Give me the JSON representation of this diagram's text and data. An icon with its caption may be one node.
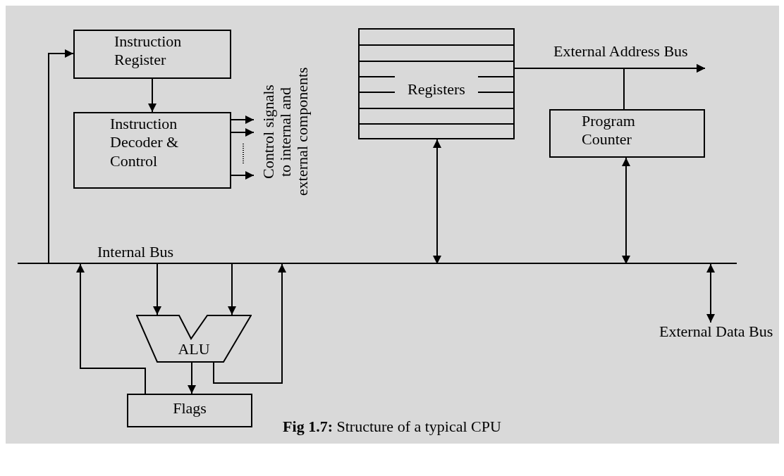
{
  "diagram": {
    "caption": "**Fig 1.7:** Structure of a typical CPU",
    "nodes": [
      {
        "text": [
          "Instruction Register"
        ]
      },
      {
        "text": [
          "Instruction Decoder & Control"
        ]
      },
      {
        "text": [
          "Control signals to internal and external components"
        ]
      },
      {
        "text": [
          "Registers"
        ]
      },
      {
        "text": [
          "External Address Bus"
        ]
      },
      {
        "text": [
          "Program Counter"
        ]
      },
      {
        "text": [
          "Internal Bus"
        ]
      },
      {
        "text": [
          "ALU"
        ]
      },
      {
        "text": [
          "Flags"
        ]
      },
      {
        "text": [
          "External Data Bus"
        ]
      }
    ],
    "edges": [
      {
        "from": 6,
        "to": 0,
        "arrow": "to"
      },
      {
        "from": 0,
        "to": 1,
        "arrow": "to"
      },
      {
        "from": 1,
        "to": 2,
        "arrow": "to"
      },
      {
        "from": 1,
        "to": 2,
        "arrow": "to"
      },
      {
        "from": 1,
        "to": 2,
        "arrow": "to"
      },
      {
        "from": 3,
        "to": 4,
        "arrow": "to"
      },
      {
        "from": 5,
        "to": 4,
        "arrow": "to"
      },
      {
        "from": 3,
        "to": 6,
        "arrow": "both"
      },
      {
        "from": 5,
        "to": 6,
        "arrow": "both"
      },
      {
        "from": 6,
        "to": 9,
        "arrow": "both"
      },
      {
        "from": 6,
        "to": 7,
        "arrow": "to"
      },
      {
        "from": 6,
        "to": 7,
        "arrow": "to"
      },
      {
        "from": 7,
        "to": 8,
        "arrow": "to"
      },
      {
        "from": 8,
        "to": 6,
        "arrow": "to"
      },
      {
        "from": 7,
        "to": 6,
        "arrow": "to"
      }
    ]
  }
}
